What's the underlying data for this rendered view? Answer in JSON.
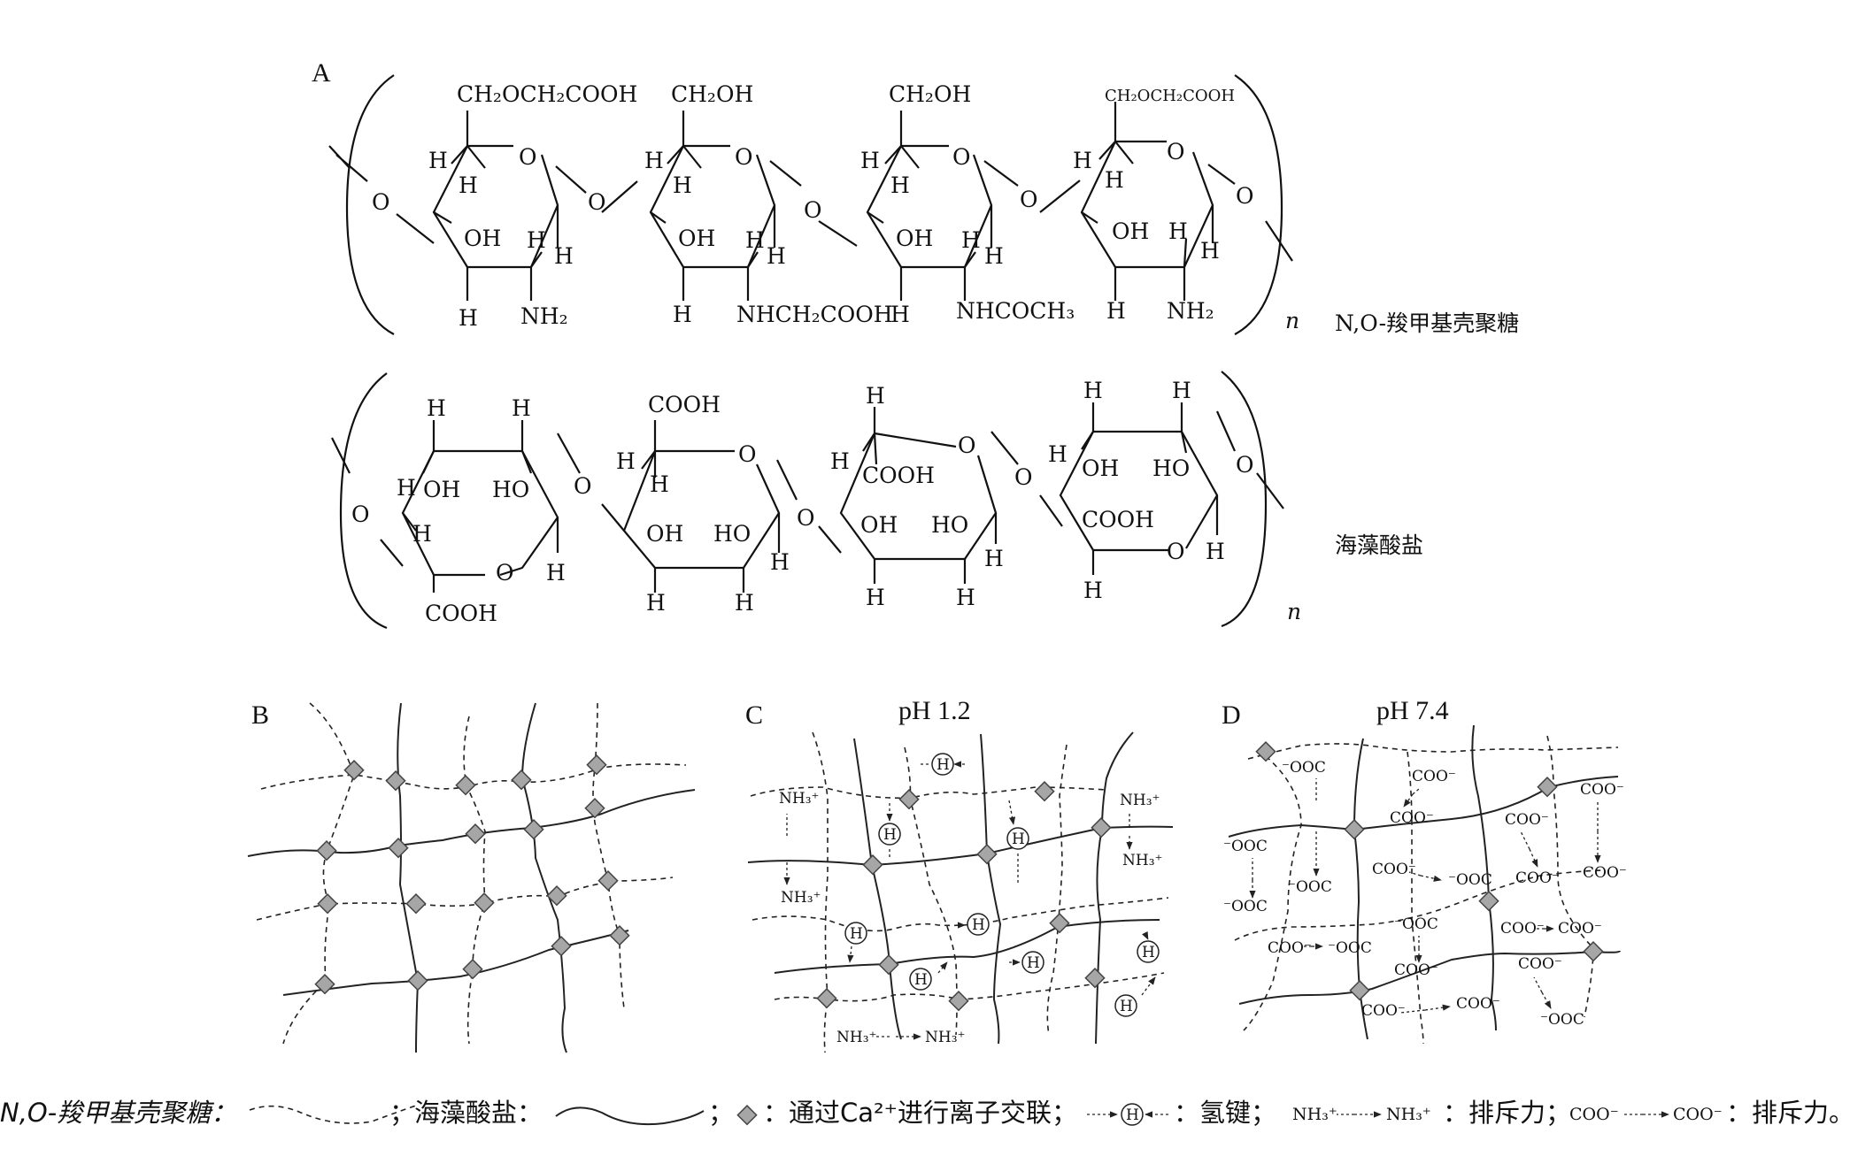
{
  "panel_labels": {
    "a": "A",
    "b": "B",
    "c": "C",
    "d": "D"
  },
  "panel_titles": {
    "c": "pH 1.2",
    "d": "pH 7.4"
  },
  "polymer_names": {
    "chitosan": "N,O-羧甲基壳聚糖",
    "alginate": "海藻酸盐"
  },
  "repeat_index": "n",
  "chitosan_groups": {
    "r1": "CH₂OCH₂COOH",
    "r2": "CH₂OH",
    "r3": "CH₂OH",
    "r4": "CH₂OCH₂COOH",
    "n1": "NH₂",
    "n2": "NHCH₂COOH",
    "n3": "NHCOCH₃",
    "n4": "NH₂",
    "oh": "OH",
    "o": "O",
    "h": "H"
  },
  "alginate_groups": {
    "cooh": "COOH",
    "oh": "OH",
    "ho": "HO",
    "o": "O",
    "h": "H"
  },
  "ions": {
    "nh3": "NH₃⁺",
    "coo": "COO⁻",
    "ooc": "⁻OOC",
    "hbond": "H"
  },
  "legend": {
    "chitosan": "N,O-羧甲基壳聚糖：",
    "sep1": "；",
    "alginate": "海藻酸盐：",
    "sep2": "；",
    "crosslink": "：通过Ca²⁺进行离子交联；",
    "hbond": "：氢键；",
    "nh3": "NH₃⁺",
    "repulsion1": "：排斥力；",
    "coo": "COO⁻",
    "repulsion2": "：排斥力。"
  }
}
